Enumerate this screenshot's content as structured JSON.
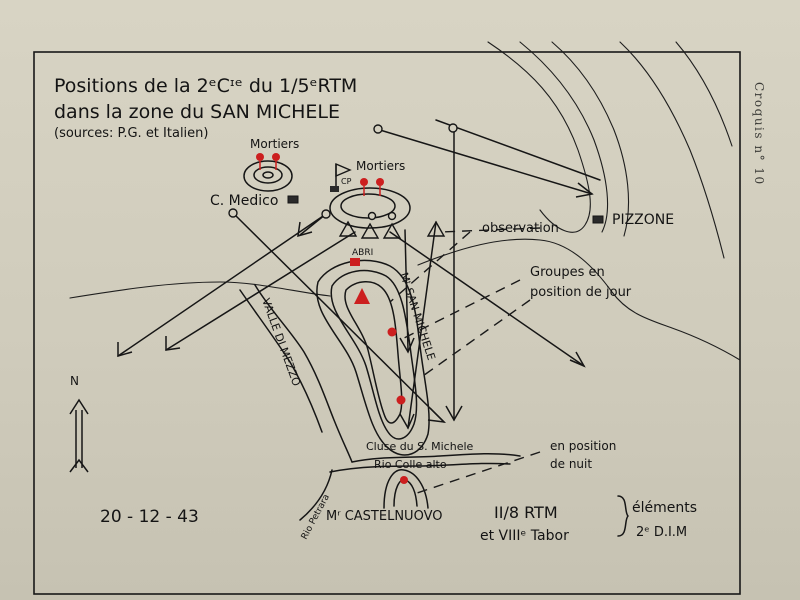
{
  "map": {
    "title_line1": "Positions de la 2ᵉCᶦᵉ du 1/5ᵉRTM",
    "title_line2": "dans la zone du SAN MICHELE",
    "title_line3": "(sources: P.G. et Italien)",
    "side_caption": "Croquis n° 10",
    "labels": {
      "mortiers_left": "Mortiers",
      "mortiers_center": "Mortiers",
      "cp": "CP",
      "c_medico": "C. Medico",
      "pizzone": "PIZZONE",
      "observation": "observation",
      "abri": "ABRI",
      "mt_san_michele": "Mᵗ SAN MICHELE",
      "groupes_line1": "Groupes en",
      "groupes_line2": "position de jour",
      "valle_di_mezzo": "VALLE DI MEZZO",
      "cluse": "Cluse du S. Michele",
      "rio_colle_alto": "Rio Colle alto",
      "nuit_line1": "en position",
      "nuit_line2": "de nuit",
      "rio_petrara": "Rio Petrara",
      "mt_castelnuovo": "Mʳ CASTELNUOVO",
      "north": "N",
      "date": "20 - 12 - 43",
      "unit_line1": "II/8 RTM",
      "unit_line2": "et VIIIᵉ Tabor",
      "elements_line1": "éléments",
      "elements_line2": "2ᵉ D.I.M"
    },
    "colors": {
      "ink": "#161616",
      "marker_red": "#cc1f1f",
      "paper": "#d4d0c0",
      "background": "#4a4a44"
    }
  }
}
